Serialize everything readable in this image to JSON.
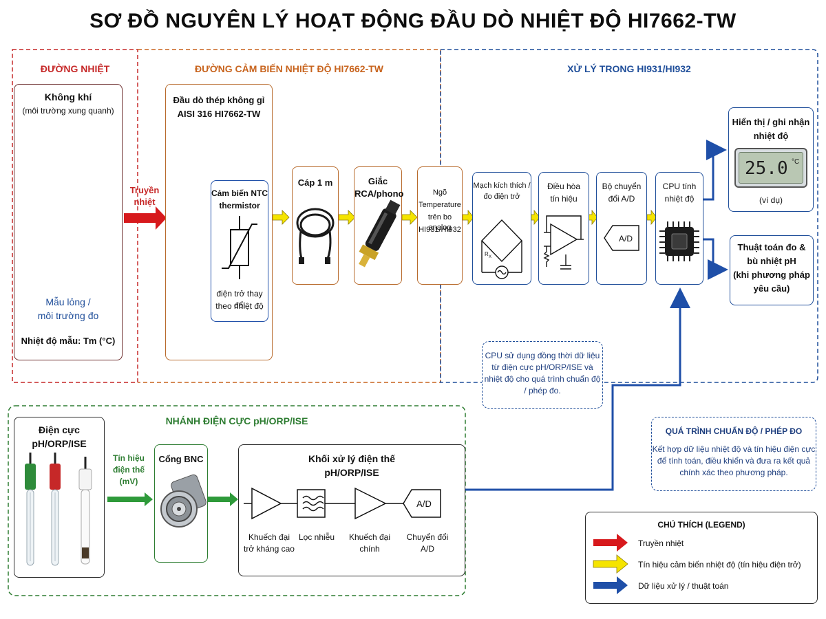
{
  "title": "SƠ ĐỒ NGUYÊN LÝ HOẠT ĐỘNG ĐẦU DÒ NHIỆT ĐỘ HI7662-TW",
  "zones": {
    "heat": "ĐƯỜNG NHIỆT",
    "sensor": "ĐƯỜNG CẢM BIẾN NHIỆT ĐỘ HI7662-TW",
    "processing": "XỬ LÝ TRONG HI931/HI932",
    "electrode": "NHÁNH ĐIỆN CỰC pH/ORP/ISE"
  },
  "heat_box": {
    "air_title": "Không khí",
    "air_sub": "(môi trường xung quanh)",
    "sample_line1": "Mẫu lỏng /",
    "sample_line2": "môi trường đo",
    "sample_temp": "Nhiệt độ mẫu: Tm (°C)"
  },
  "heat_transfer_label": {
    "line1": "Truyền",
    "line2": "nhiệt"
  },
  "probe_box": {
    "title_line1": "Đầu dò thép không gỉ",
    "title_line2": "AISI 316 HI7662-TW",
    "ntc_line1": "Cảm biến NTC",
    "ntc_line2": "thermistor",
    "ntc_note_line1": "điện trở thay đổi",
    "ntc_note_line2": "theo nhiệt độ"
  },
  "cable_box": {
    "label": "Cáp 1 m"
  },
  "rca_box": {
    "label_line1": "Giắc",
    "label_line2": "RCA/phono"
  },
  "input_box": {
    "line1": "Ngõ",
    "line2": "Temperature",
    "line3": "trên bo analog",
    "line4": "HI931/HI932"
  },
  "excitation_box": {
    "line1": "Mạch kích thích /",
    "line2": "đo điện trở",
    "rx": "R",
    "rx_sub": "X"
  },
  "conditioning_box": {
    "line1": "Điều hòa",
    "line2": "tín hiệu"
  },
  "adc_box": {
    "line1": "Bộ chuyển",
    "line2": "đổi A/D",
    "chip": "A/D"
  },
  "cpu_box": {
    "line1": "CPU tính",
    "line2": "nhiệt độ"
  },
  "display_box": {
    "line1": "Hiển thị / ghi nhận",
    "line2": "nhiệt độ",
    "reading": "25.0",
    "unit": "°C",
    "note": "(ví dụ)"
  },
  "algorithm_box": {
    "line1": "Thuật toán đo &",
    "line2": "bù nhiệt pH",
    "line3": "(khi phương pháp",
    "line4": "yêu cầu)"
  },
  "cpu_note": {
    "line1": "CPU sử dụng đồng thời dữ liệu",
    "line2": "từ điện cực pH/ORP/ISE và",
    "line3": "nhiệt độ cho quá trình chuẩn độ",
    "line4": "/ phép đo."
  },
  "titration_box": {
    "title": "QUÁ TRÌNH CHUẨN ĐỘ / PHÉP ĐO",
    "line1": "Kết hợp dữ liệu nhiệt độ và tín hiệu điện cực",
    "line2": "để tính toán, điều khiển và đưa ra kết quả",
    "line3": "chính xác theo phương pháp."
  },
  "electrode_box": {
    "line1": "Điện cực",
    "line2": "pH/ORP/ISE"
  },
  "potential_label": {
    "line1": "Tín hiệu",
    "line2": "điện thế",
    "line3": "(mV)"
  },
  "bnc_box": {
    "label": "Cổng BNC"
  },
  "potential_block": {
    "title_line1": "Khối xử lý điện thế",
    "title_line2": "pH/ORP/ISE",
    "stage1_line1": "Khuếch đại",
    "stage1_line2": "trở kháng cao",
    "stage2": "Lọc nhiễu",
    "stage3_line1": "Khuếch đại",
    "stage3_line2": "chính",
    "stage4_line1": "Chuyển đổi",
    "stage4_line2": "A/D",
    "adc_chip": "A/D"
  },
  "legend": {
    "title": "CHÚ THÍCH (LEGEND)",
    "items": [
      {
        "label": "Truyền nhiệt",
        "color": "#d7191c"
      },
      {
        "label": "Tín hiệu cảm biến nhiệt độ (tín hiệu điện trở)",
        "color": "#f5e400"
      },
      {
        "label": "Dữ liệu xử lý / thuật toán",
        "color": "#1f4fa8"
      }
    ]
  },
  "colors": {
    "heat": "#c62828",
    "sensor": "#c8641e",
    "processing": "#1f4e9a",
    "electrode": "#2e7d32"
  }
}
